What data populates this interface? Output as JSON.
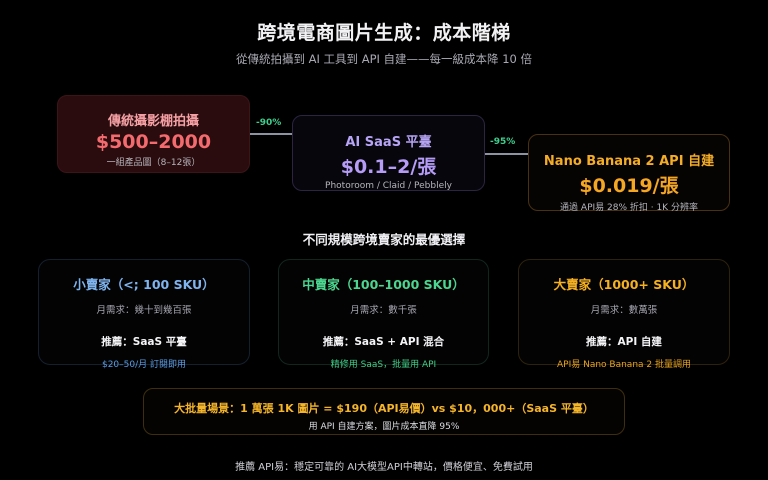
{
  "header": {
    "title": "跨境電商圖片生成：成本階梯",
    "subtitle": "從傳統拍攝到 AI 工具到 API 自建——每一級成本降 10 倍"
  },
  "tiers": [
    {
      "title": "傳統攝影棚拍攝",
      "price": "$500–2000",
      "note": "一組產品圖（8–12張）",
      "color": "#f36b6e"
    },
    {
      "title": "AI SaaS 平臺",
      "price": "$0.1–2/張",
      "note": "Photoroom / Claid / Pebblely",
      "color": "#b59cf7"
    },
    {
      "title": "Nano Banana 2 API 自建",
      "price": "$0.019/張",
      "note": "通過 API易 28% 折扣 · 1K 分辨率",
      "color": "#f5a623"
    }
  ],
  "connectors": [
    {
      "label": "-90%",
      "color": "#3ecf8e"
    },
    {
      "label": "-95%",
      "color": "#3ecf8e"
    }
  ],
  "segments_section": {
    "title": "不同規模跨境賣家的最優選擇",
    "segments": [
      {
        "title": "小賣家（<; 100 SKU）",
        "demand": "月需求：幾十到幾百張",
        "recommend": "推薦：SaaS 平臺",
        "detail": "$20–50/月 訂閱即用",
        "color": "#7fb4ef"
      },
      {
        "title": "中賣家（100–1000 SKU）",
        "demand": "月需求：數千張",
        "recommend": "推薦：SaaS + API 混合",
        "detail": "精修用 SaaS，批量用 API",
        "color": "#4cd68f"
      },
      {
        "title": "大賣家（1000+ SKU）",
        "demand": "月需求：數萬張",
        "recommend": "推薦：API 自建",
        "detail": "API易 Nano Banana 2 批量調用",
        "color": "#f5b121"
      }
    ]
  },
  "highlight": {
    "main": "大批量場景：1 萬張 1K 圖片 = $190（API易價）vs $10，000+（SaaS 平臺）",
    "sub": "用 API 自建方案，圖片成本直降 95%"
  },
  "footer": {
    "text": "推薦 API易：穩定可靠的 AI大模型API中轉站，價格便宜、免費試用"
  }
}
